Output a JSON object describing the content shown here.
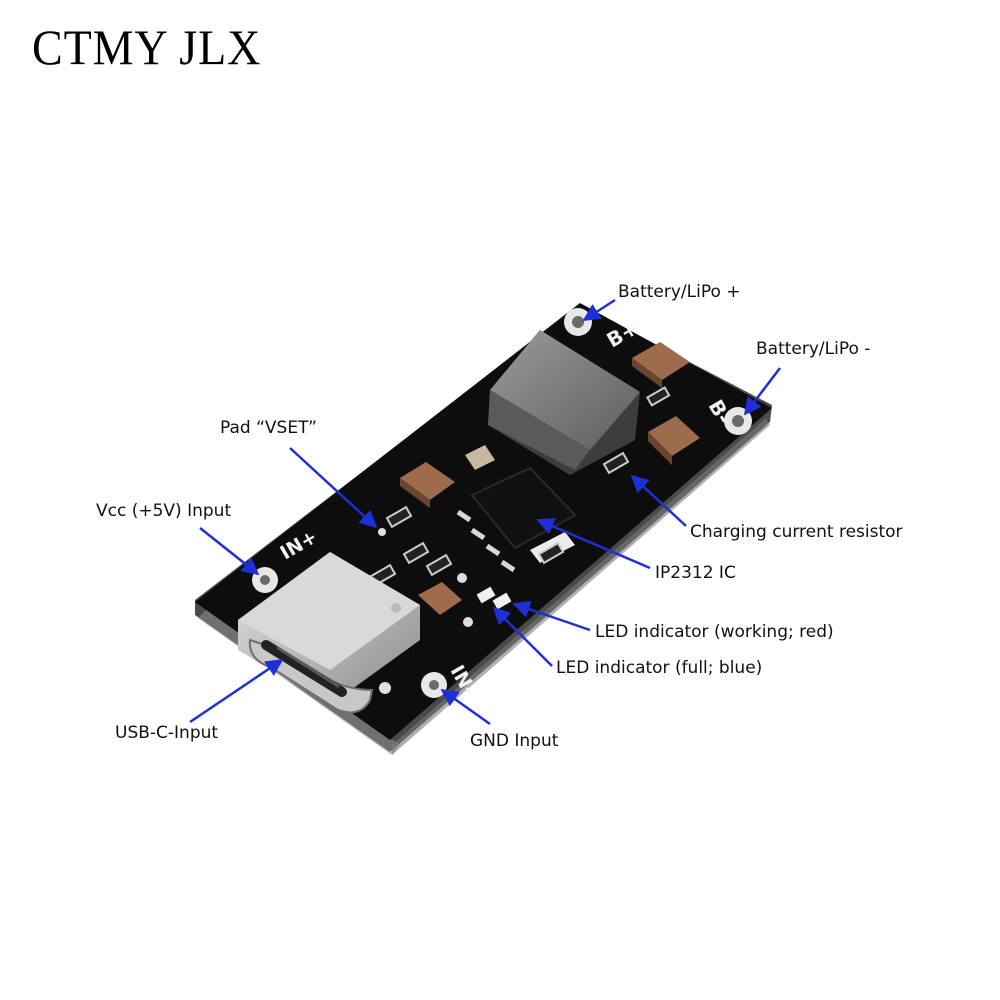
{
  "brand": "CTMY JLX",
  "colors": {
    "pcb": "#0d0d0d",
    "pcb_edge": "#3a3a3a",
    "pad": "#e8e8e8",
    "inductor": "#7c7c7c",
    "capacitor": "#9c6c4c",
    "arrow": "#1f2fd6",
    "silkscreen": "#f2f2f2"
  },
  "board": {
    "silkscreen": {
      "b_plus": "B+",
      "b_minus": "B-",
      "in_plus": "IN+",
      "in_minus": "IN-"
    }
  },
  "callouts": {
    "battery_plus": "Battery/LiPo +",
    "battery_minus": "Battery/LiPo -",
    "pad_vset": "Pad “VSET”",
    "vcc_input": "Vcc (+5V) Input",
    "charging_resistor": "Charging current resistor",
    "ic": "IP2312 IC",
    "led_working": "LED indicator (working; red)",
    "led_full": "LED indicator (full; blue)",
    "usb_c": "USB-C-Input",
    "gnd_input": "GND Input"
  }
}
